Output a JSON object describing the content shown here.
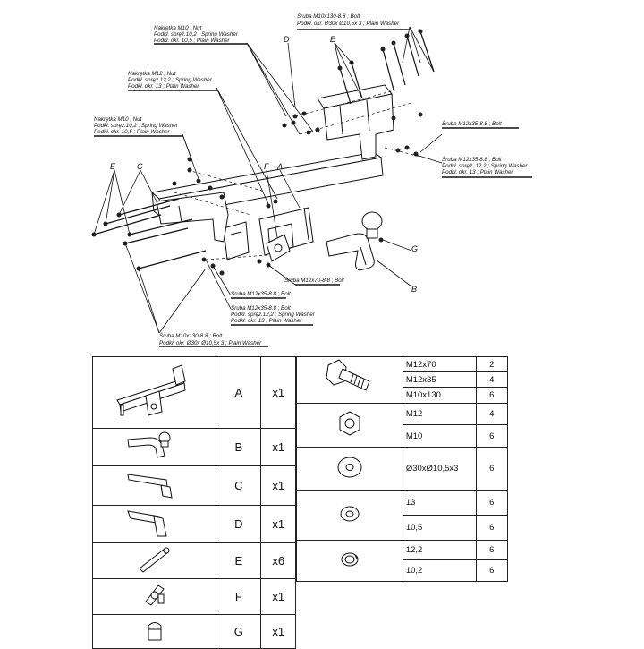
{
  "labels": {
    "top_right": [
      "Śruba M10x130-8.8 ; Bolt",
      "Podkł. okr. Ø30x Ø10,5x 3 ; Plain Washer"
    ],
    "m10_nut_top": [
      "Nakrętka M10 ; Nut",
      "Podkł. spręż.10,2 ; Spring Washer",
      "Podkł. okr. 10,5 ; Plain Washer"
    ],
    "m12_nut": [
      "Nakrętka M12 ; Nut",
      "Podkł. spręż.12,2 ; Spring Washer",
      "Podkł. okr. 13 ; Plain Washer"
    ],
    "m10_nut_left": [
      "Nakrętka M10 ; Nut",
      "Podkł. spręż.10,2 ; Spring Washer",
      "Podkł. okr. 10,5 ; Plain Washer"
    ],
    "bolt_m12x35_right": [
      "Śruba M12x35-8.8 ; Bolt"
    ],
    "bolt_m12x35_right2": [
      "Śruba M12x35-8.8 ; Bolt",
      "Podkł. spręż. 12,2 ; Spring Washer",
      "Podkł. okr. 13 ; Plain Washer"
    ],
    "bolt_m12x70": [
      "Śruba M12x70-8.8 ; Bolt"
    ],
    "bolt_m12x35_bottom": [
      "Śruba M12x35-8.8 ; Bolt"
    ],
    "bolt_m12x35_bottom2": [
      "Śruba M12x35-8.8 ; Bolt",
      "Podkł. spręż.12,2 ; Spring Washer",
      "Podkł. okr. 13 ; Plain Washer"
    ],
    "bolt_m10x130_bottom": [
      "Śruba M10x130-8.8 ; Bolt",
      "Podkł. okr. Ø30x Ø10,5x 3 ; Plain Washer"
    ]
  },
  "letters": {
    "d": "D",
    "e_top": "E",
    "e_left": "E",
    "c": "C",
    "f": "F",
    "a": "A",
    "g": "G",
    "b": "B"
  },
  "parts": [
    {
      "code": "A",
      "qty": "x1",
      "icon": "crossbar-icon"
    },
    {
      "code": "B",
      "qty": "x1",
      "icon": "ball-neck-icon"
    },
    {
      "code": "C",
      "qty": "x1",
      "icon": "bracket-c-icon"
    },
    {
      "code": "D",
      "qty": "x1",
      "icon": "bracket-d-icon"
    },
    {
      "code": "E",
      "qty": "x6",
      "icon": "tube-spacer-icon"
    },
    {
      "code": "F",
      "qty": "x1",
      "icon": "socket-plate-icon"
    },
    {
      "code": "G",
      "qty": "x1",
      "icon": "ball-cap-icon"
    }
  ],
  "hardware": {
    "bolts": [
      {
        "size": "M12x70",
        "qty": "2"
      },
      {
        "size": "M12x35",
        "qty": "4"
      },
      {
        "size": "M10x130",
        "qty": "6"
      }
    ],
    "nuts": [
      {
        "size": "M12",
        "qty": "4"
      },
      {
        "size": "M10",
        "qty": "6"
      }
    ],
    "big_washer": {
      "size": "Ø30xØ10,5x3",
      "qty": "6"
    },
    "plain_washers": [
      {
        "size": "13",
        "qty": "6"
      },
      {
        "size": "10,5",
        "qty": "6"
      }
    ],
    "spring_washers": [
      {
        "size": "12,2",
        "qty": "6"
      },
      {
        "size": "10,2",
        "qty": "6"
      }
    ]
  }
}
